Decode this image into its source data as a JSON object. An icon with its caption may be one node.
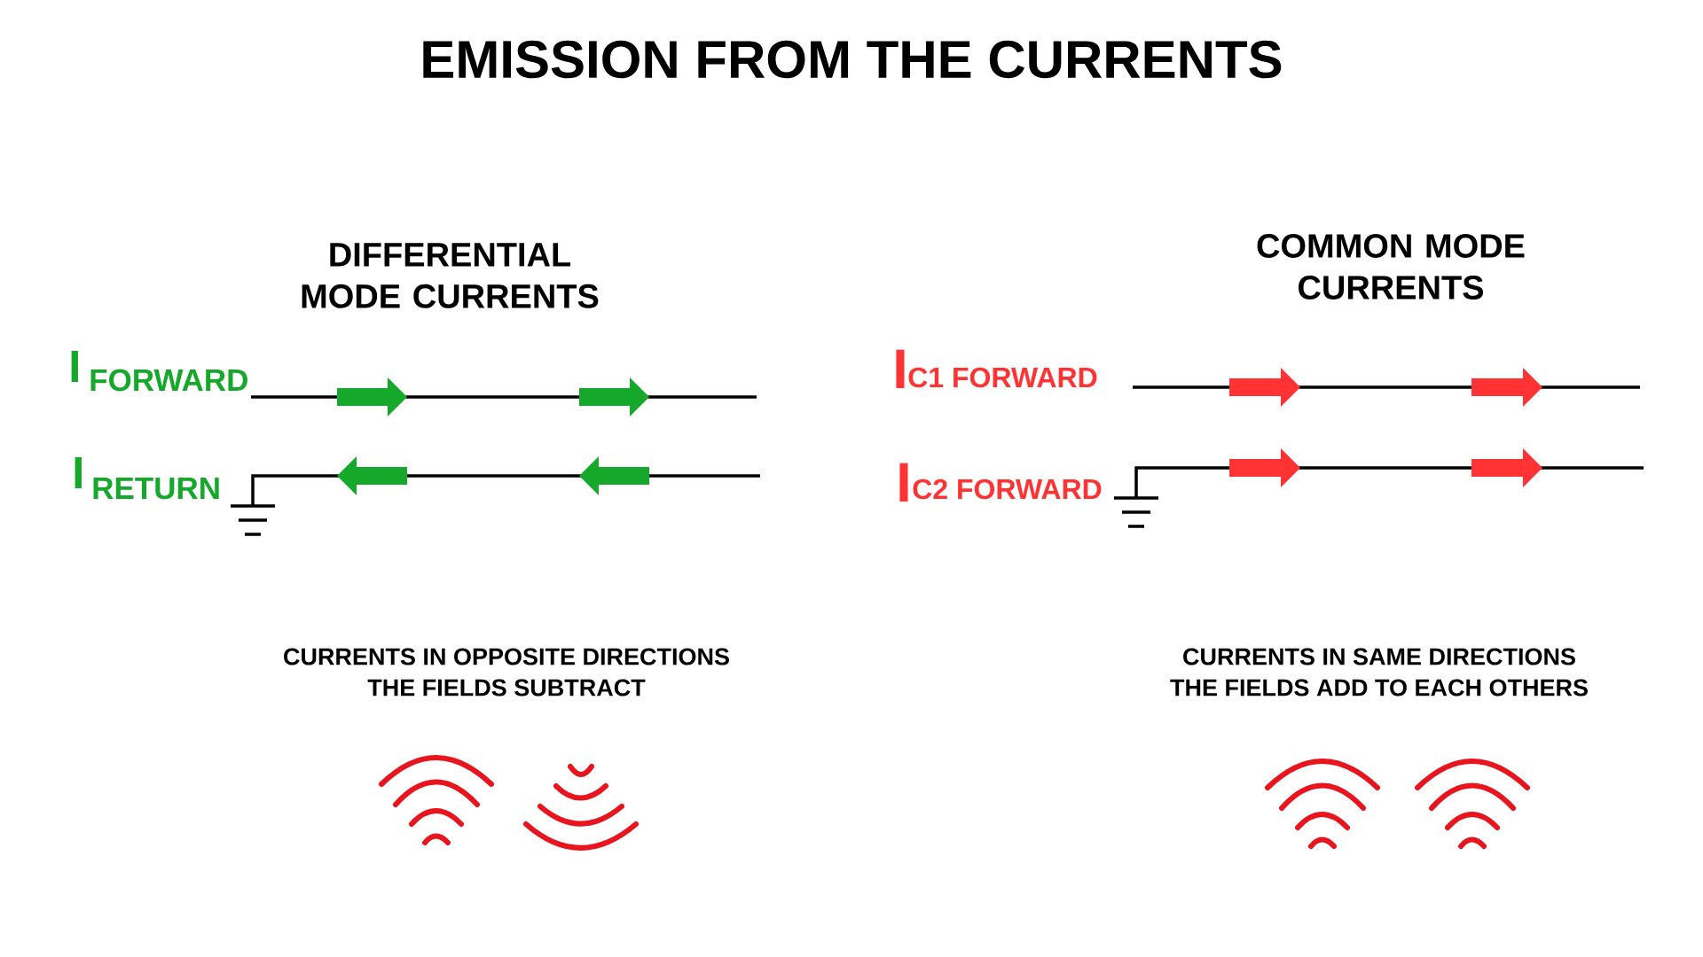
{
  "diagram": {
    "title": "EMISSION FROM THE CURRENTS",
    "labels": [
      "DIFFERENTIAL MODE CURRENTS",
      "COMMON MODE CURRENTS",
      "I",
      "FORWARD",
      "I",
      "C1 FORWARD",
      "I",
      "RETURN",
      "I",
      "C2 FORWARD",
      "CURRENTS IN OPPOSITE DIRECTIONS",
      "THE FIELDS SUBTRACT",
      "CURRENTS IN SAME DIRECTIONS",
      "THE FIELDS ADD TO EACH OTHERS"
    ]
  }
}
